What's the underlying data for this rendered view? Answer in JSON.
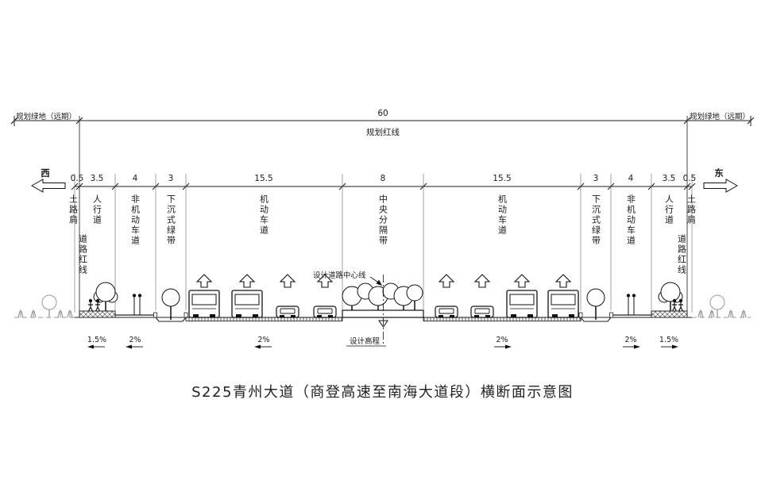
{
  "title": "S225青州大道（商登高速至南海大道段）横断面示意图",
  "top": {
    "total_width": "60",
    "red_line": "规划红线",
    "green_left": "规划绿地（远期）",
    "green_right": "规划绿地（远期）",
    "west": "西",
    "east": "东"
  },
  "segments": [
    {
      "dim": "0.5",
      "label": "土路肩"
    },
    {
      "dim": "3.5",
      "label": "人行道"
    },
    {
      "dim": "4",
      "label": "非机动车道"
    },
    {
      "dim": "3",
      "label": "下沉式绿带"
    },
    {
      "dim": "15.5",
      "label": "机动车道"
    },
    {
      "dim": "8",
      "label": "中央分隔带"
    },
    {
      "dim": "15.5",
      "label": "机动车道"
    },
    {
      "dim": "3",
      "label": "下沉式绿带"
    },
    {
      "dim": "4",
      "label": "非机动车道"
    },
    {
      "dim": "3.5",
      "label": "人行道"
    },
    {
      "dim": "0.5",
      "label": "土路肩"
    }
  ],
  "red_line_labels": {
    "left": "道路红线",
    "right": "道路红线"
  },
  "center_annotations": {
    "centerline": "设计道路中心线",
    "elevation": "设计高程"
  },
  "slopes": [
    "1.5%",
    "2%",
    "2%",
    "2%",
    "2%",
    "1.5%"
  ],
  "colors": {
    "line": "#1a1a1a",
    "faint": "#999999"
  }
}
